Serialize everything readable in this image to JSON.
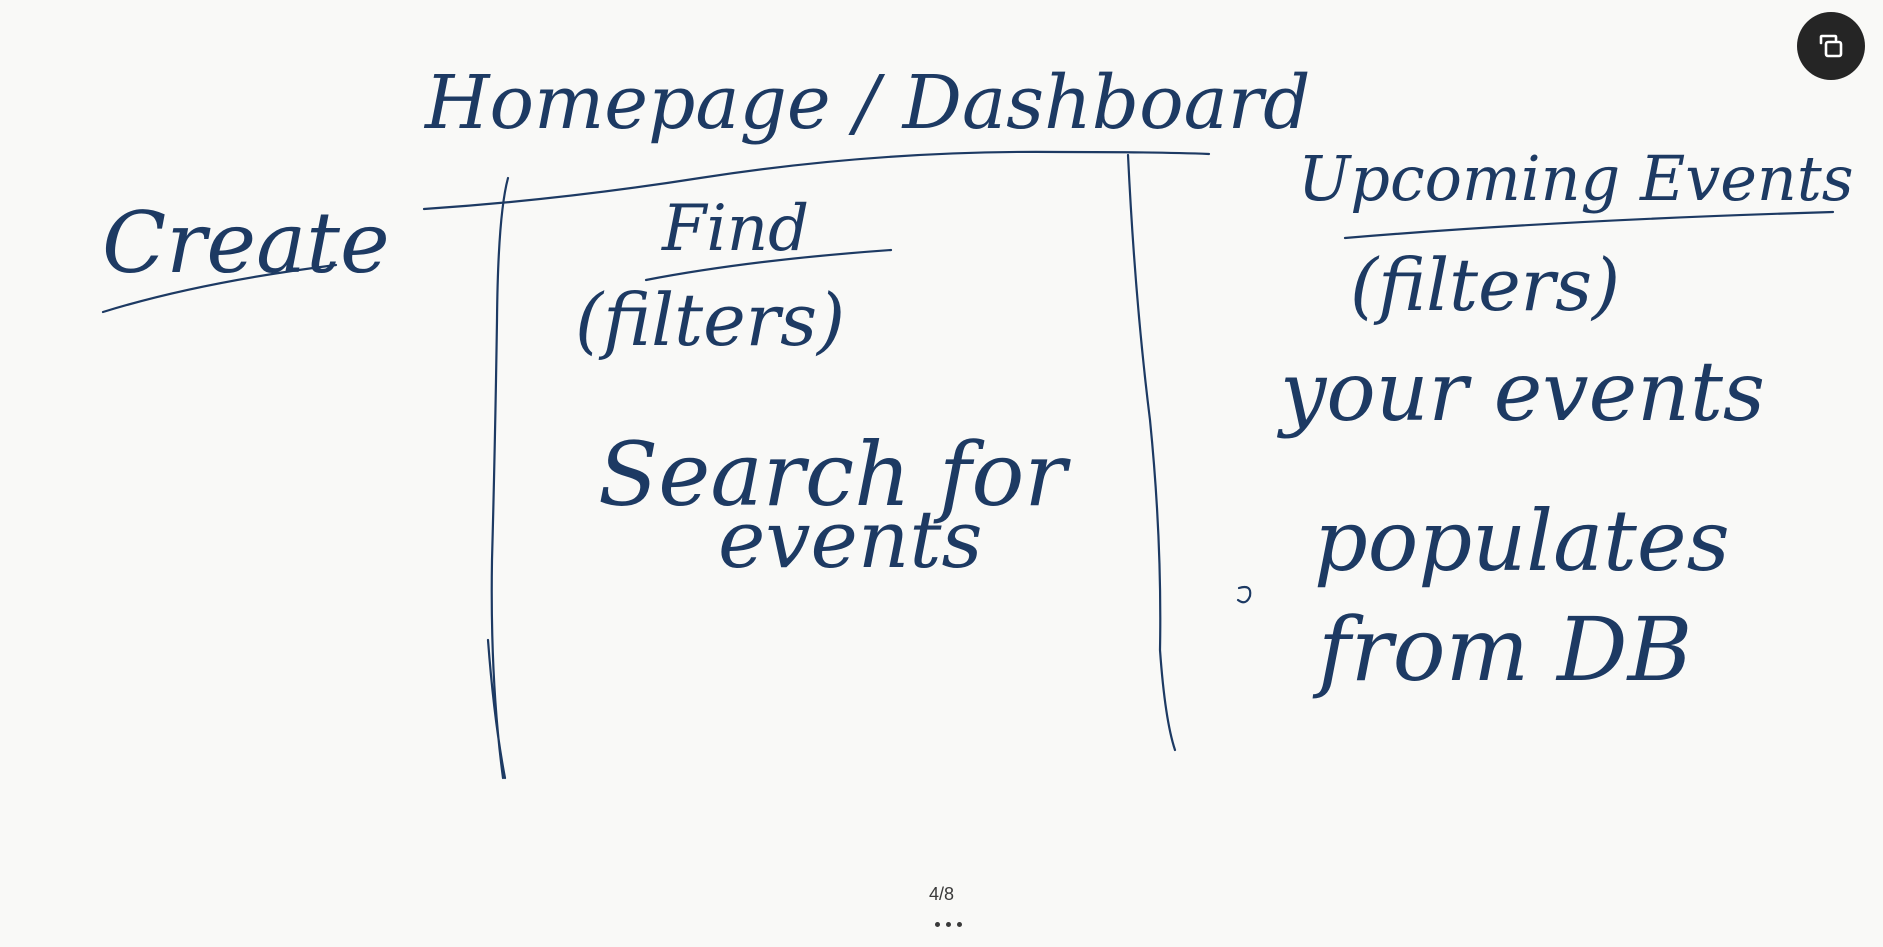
{
  "sketch": {
    "create_label": "Create",
    "homepage_title": "Homepage / Dashboard",
    "find_label": "Find",
    "find_filters": "(filters)",
    "search_line1": "Search for",
    "search_line2": "events",
    "upcoming_label": "Upcoming Events",
    "upcoming_filters": "(filters)",
    "your_events": "your events",
    "populates": "populates",
    "from_db": "from DB"
  },
  "viewer": {
    "page_indicator": "4/8",
    "expand_icon": "expand-icon",
    "more_icon": "more-horizontal-icon"
  },
  "colors": {
    "ink": "#1d3a63",
    "background": "#f9f9f7",
    "button": "#252525"
  }
}
